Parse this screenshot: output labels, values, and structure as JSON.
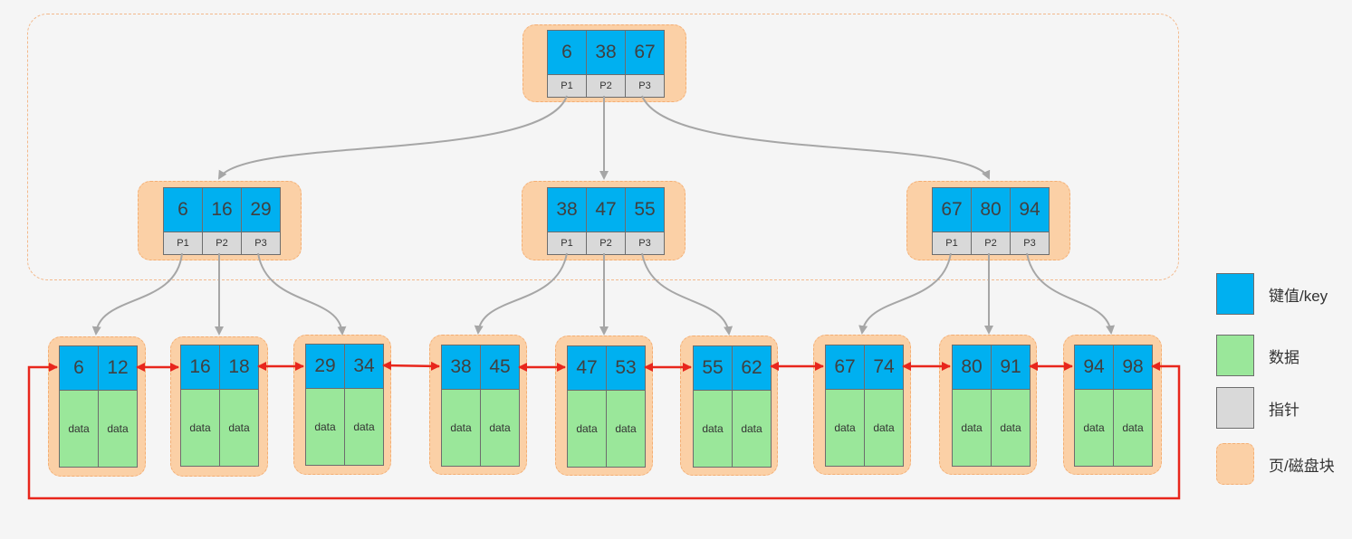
{
  "tree": {
    "root": {
      "keys": [
        "6",
        "38",
        "67"
      ],
      "pointers": [
        "P1",
        "P2",
        "P3"
      ]
    },
    "internal_nodes": [
      {
        "keys": [
          "6",
          "16",
          "29"
        ],
        "pointers": [
          "P1",
          "P2",
          "P3"
        ]
      },
      {
        "keys": [
          "38",
          "47",
          "55"
        ],
        "pointers": [
          "P1",
          "P2",
          "P3"
        ]
      },
      {
        "keys": [
          "67",
          "80",
          "94"
        ],
        "pointers": [
          "P1",
          "P2",
          "P3"
        ]
      }
    ],
    "leaves": [
      {
        "keys": [
          "6",
          "12"
        ],
        "data": [
          "data",
          "data"
        ]
      },
      {
        "keys": [
          "16",
          "18"
        ],
        "data": [
          "data",
          "data"
        ]
      },
      {
        "keys": [
          "29",
          "34"
        ],
        "data": [
          "data",
          "data"
        ]
      },
      {
        "keys": [
          "38",
          "45"
        ],
        "data": [
          "data",
          "data"
        ]
      },
      {
        "keys": [
          "47",
          "53"
        ],
        "data": [
          "data",
          "data"
        ]
      },
      {
        "keys": [
          "55",
          "62"
        ],
        "data": [
          "data",
          "data"
        ]
      },
      {
        "keys": [
          "67",
          "74"
        ],
        "data": [
          "data",
          "data"
        ]
      },
      {
        "keys": [
          "80",
          "91"
        ],
        "data": [
          "data",
          "data"
        ]
      },
      {
        "keys": [
          "94",
          "98"
        ],
        "data": [
          "data",
          "data"
        ]
      }
    ]
  },
  "legend": {
    "key": "键值/key",
    "data": "数据",
    "pointer": "指针",
    "page": "页/磁盘块"
  },
  "colors": {
    "key": "#00b0f0",
    "data": "#9ae79a",
    "pointer": "#d9d9d9",
    "page": "#fbd0a6",
    "page_border": "#f4ae73",
    "tree_arrow": "#a6a6a6",
    "leaf_link": "#e8261c"
  }
}
